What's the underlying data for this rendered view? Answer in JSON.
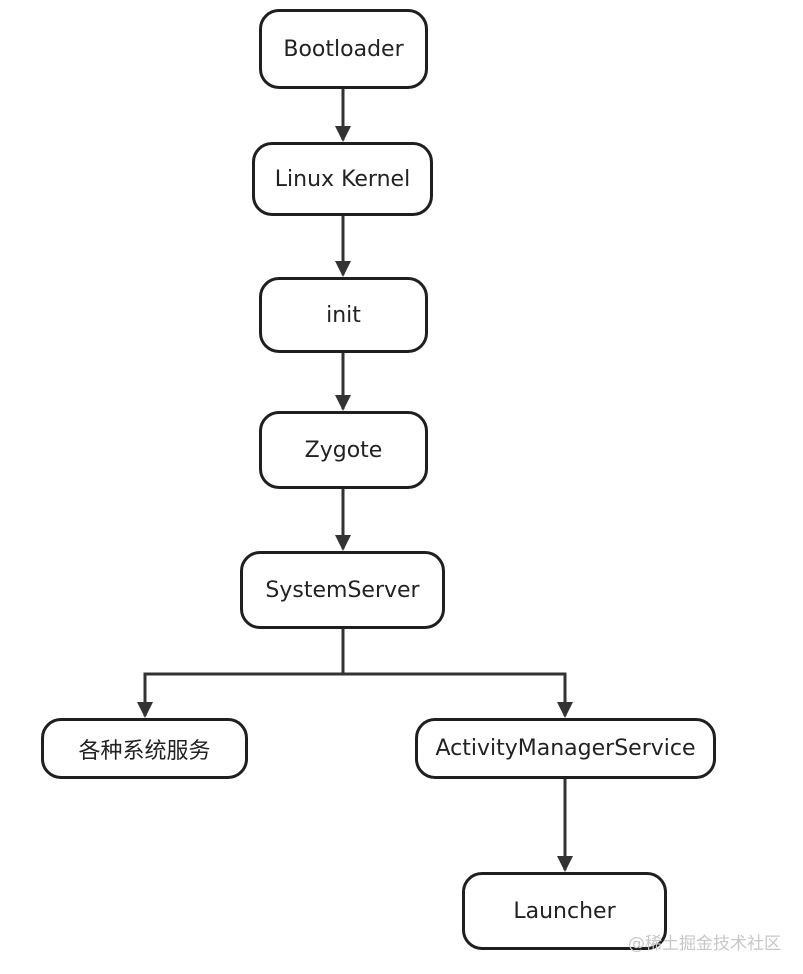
{
  "diagram": {
    "nodes": [
      {
        "id": "bootloader",
        "label": "Bootloader"
      },
      {
        "id": "linux-kernel",
        "label": "Linux Kernel"
      },
      {
        "id": "init",
        "label": "init"
      },
      {
        "id": "zygote",
        "label": "Zygote"
      },
      {
        "id": "systemserver",
        "label": "SystemServer"
      },
      {
        "id": "system-services",
        "label": "各种系统服务"
      },
      {
        "id": "ams",
        "label": "ActivityManagerService"
      },
      {
        "id": "launcher",
        "label": "Launcher"
      }
    ],
    "edges": [
      {
        "from": "bootloader",
        "to": "linux-kernel"
      },
      {
        "from": "linux-kernel",
        "to": "init"
      },
      {
        "from": "init",
        "to": "zygote"
      },
      {
        "from": "zygote",
        "to": "systemserver"
      },
      {
        "from": "systemserver",
        "to": "system-services"
      },
      {
        "from": "systemserver",
        "to": "ams"
      },
      {
        "from": "ams",
        "to": "launcher"
      }
    ]
  },
  "watermark": "@稀土掘金技术社区",
  "colors": {
    "stroke": "#1f1f1f",
    "text": "#222222",
    "watermark": "#c8c8c8"
  }
}
